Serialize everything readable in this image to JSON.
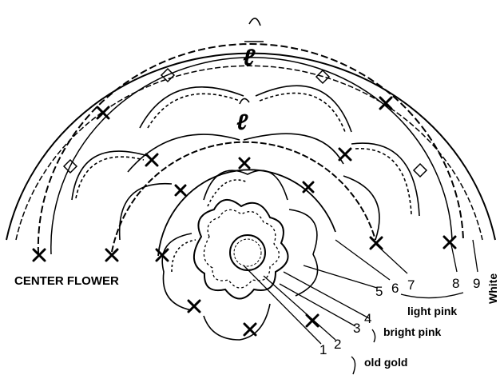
{
  "diagram": {
    "title": "CENTER FLOWER",
    "round_numbers": [
      "1",
      "2",
      "3",
      "4",
      "5",
      "6",
      "7",
      "8",
      "9"
    ],
    "color_labels": {
      "rounds_1_2": "old gold",
      "rounds_3_4": "bright pink",
      "rounds_5_8": "light pink",
      "round_9": "White"
    },
    "stitch_markers": [
      "ℓ",
      "ℓ"
    ],
    "colors": {
      "ink": "#000000",
      "paper": "#ffffff"
    }
  }
}
